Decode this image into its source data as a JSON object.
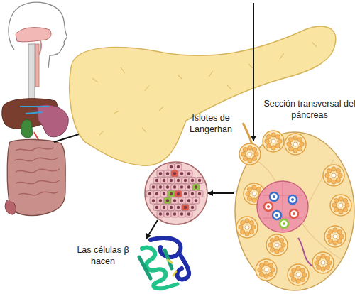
{
  "diagram": {
    "nodes": [
      {
        "text": [
          "Sección transversal del páncreas"
        ]
      },
      {
        "text": [
          "Islotes de Langerhan"
        ]
      }
    ],
    "edges": [
      {
        "from": 0,
        "to": 1,
        "arrow": "to"
      }
    ],
    "labels": [
      "Las células β hacen"
    ]
  }
}
